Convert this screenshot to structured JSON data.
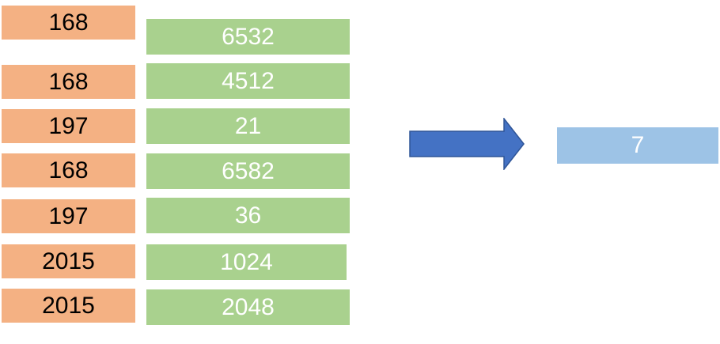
{
  "colors": {
    "left_fill": "#F4B183",
    "right_fill": "#A9D18E",
    "result_fill": "#9DC3E6",
    "arrow_fill": "#4472C4",
    "arrow_stroke": "#2F5597"
  },
  "rows": [
    {
      "key": "168",
      "value": "6532"
    },
    {
      "key": "168",
      "value": "4512"
    },
    {
      "key": "197",
      "value": "21"
    },
    {
      "key": "168",
      "value": "6582"
    },
    {
      "key": "197",
      "value": "36"
    },
    {
      "key": "2015",
      "value": "1024"
    },
    {
      "key": "2015",
      "value": "2048"
    }
  ],
  "arrow_icon": "right-arrow-icon",
  "result": "7"
}
